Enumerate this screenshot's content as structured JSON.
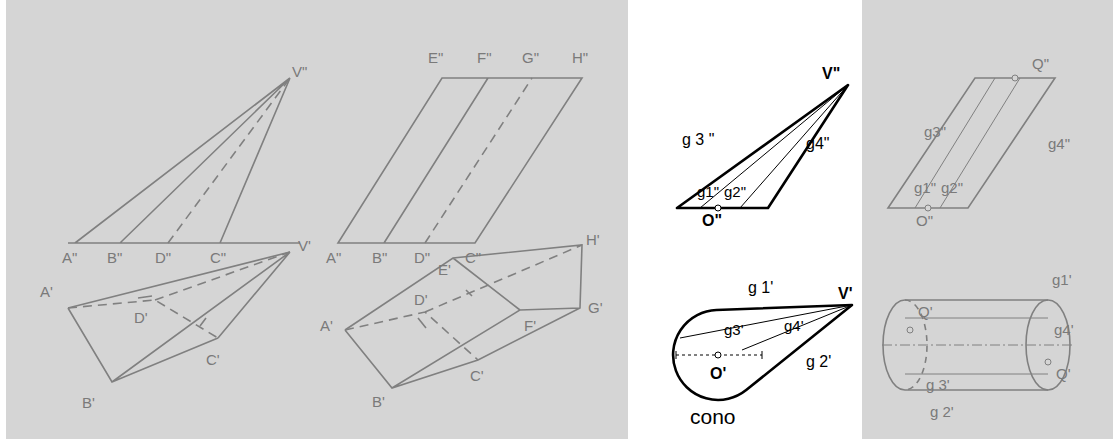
{
  "diagram": {
    "labels": [
      "V\"",
      "A\"",
      "B\"",
      "D\"",
      "C\"",
      "V'",
      "A'",
      "D'",
      "B'",
      "C'",
      "E\"",
      "F\"",
      "G\"",
      "H\"",
      "A\"",
      "B\"",
      "D\"",
      "C\"",
      "E'",
      "H'",
      "A'",
      "D'",
      "F'",
      "G'",
      "B'",
      "C'",
      "V\"",
      "g 3 \"",
      "g4\"",
      "g1\"",
      "g2\"",
      "O\"",
      "V'",
      "g 1'",
      "g3'",
      "g4'",
      "O'",
      "g 2'",
      "cono",
      "Q\"",
      "g3\"",
      "g4\"",
      "g1\"",
      "g2\"",
      "O\"",
      "Q'",
      "g1'",
      "g4'",
      "g 3'",
      "Q'",
      "g 2'"
    ]
  }
}
